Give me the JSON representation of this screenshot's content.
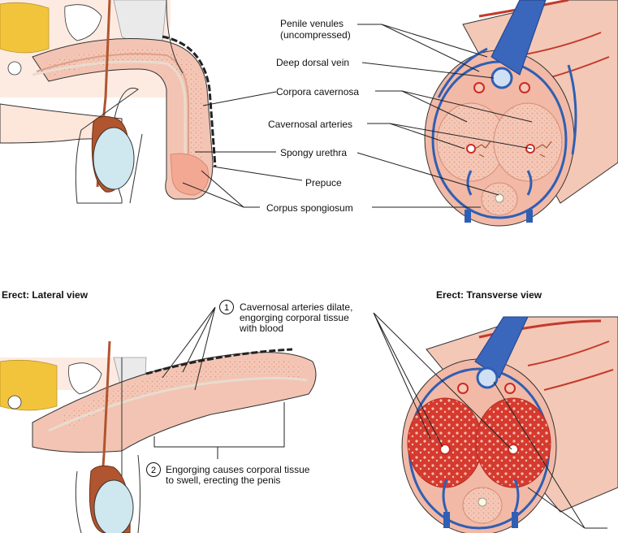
{
  "labels": {
    "penile_venules": "Penile venules",
    "penile_venules_sub": "(uncompressed)",
    "deep_dorsal_vein": "Deep dorsal vein",
    "corpora_cavernosa": "Corpora cavernosa",
    "cavernosal_arteries": "Cavernosal arteries",
    "spongy_urethra": "Spongy urethra",
    "prepuce": "Prepuce",
    "corpus_spongiosum": "Corpus spongiosum"
  },
  "headings": {
    "erect_lateral": "Erect: Lateral view",
    "erect_transverse": "Erect: Transverse view"
  },
  "steps": [
    {
      "num": "1",
      "line1": "Cavernosal arteries dilate,",
      "line2": "engorging corporal tissue",
      "line3": "with blood"
    },
    {
      "num": "2",
      "line1": "Engorging causes corporal tissue",
      "line2": "to swell, erecting the penis"
    }
  ],
  "colors": {
    "tissue": "#f2b9a6",
    "erectile": "#d83a2e",
    "vein": "#2f5fb4",
    "artery": "#cc2b22",
    "fat": "#f2c43c",
    "testis": "#cfe7ee",
    "epididymis": "#b0552f"
  }
}
